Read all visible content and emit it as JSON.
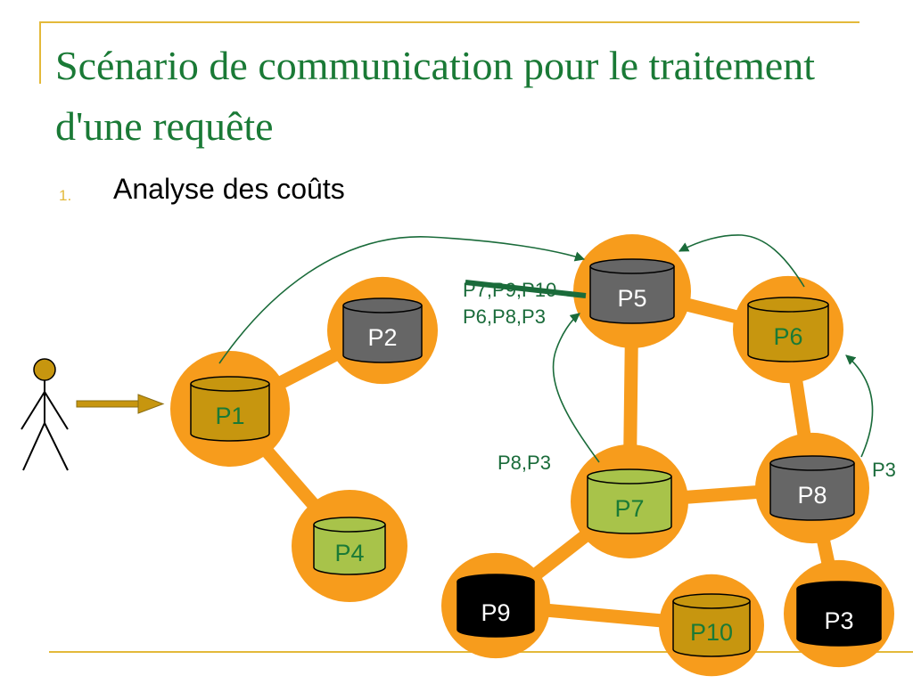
{
  "title": "Scénario de communication pour le traitement d'une requête",
  "list_marker": "1.",
  "list_item": "Analyse des coûts",
  "nodes": [
    {
      "id": "P1",
      "label": "P1",
      "fill": "#c7960f",
      "text": "#1a7a36"
    },
    {
      "id": "P2",
      "label": "P2",
      "fill": "#666666",
      "text": "#ffffff"
    },
    {
      "id": "P4",
      "label": "P4",
      "fill": "#a8c34a",
      "text": "#1a7a36"
    },
    {
      "id": "P5",
      "label": "P5",
      "fill": "#666666",
      "text": "#ffffff"
    },
    {
      "id": "P6",
      "label": "P6",
      "fill": "#c7960f",
      "text": "#1a7a36"
    },
    {
      "id": "P7",
      "label": "P7",
      "fill": "#a8c34a",
      "text": "#1a7a36"
    },
    {
      "id": "P8",
      "label": "P8",
      "fill": "#666666",
      "text": "#ffffff"
    },
    {
      "id": "P9",
      "label": "P9",
      "fill": "#000000",
      "text": "#ffffff"
    },
    {
      "id": "P10",
      "label": "P10",
      "fill": "#c7960f",
      "text": "#1a7a36"
    },
    {
      "id": "P3",
      "label": "P3",
      "fill": "#000000",
      "text": "#ffffff"
    }
  ],
  "links": [
    [
      "P1",
      "P2"
    ],
    [
      "P1",
      "P4"
    ],
    [
      "P5",
      "P6"
    ],
    [
      "P5",
      "P7"
    ],
    [
      "P6",
      "P8"
    ],
    [
      "P7",
      "P8"
    ],
    [
      "P7",
      "P9"
    ],
    [
      "P9",
      "P10"
    ],
    [
      "P8",
      "P3"
    ]
  ],
  "annotations": {
    "p5_crossed": "P7,P9,P10",
    "p5_list": "P6,P8,P3",
    "p7_list": "P8,P3",
    "p8_list": "P3"
  },
  "colors": {
    "halo": "#f79c1c",
    "arrow": "#1a6b3a",
    "user_arrow": "#c7960f",
    "accent": "#e3b93a",
    "title": "#1a7a36"
  }
}
